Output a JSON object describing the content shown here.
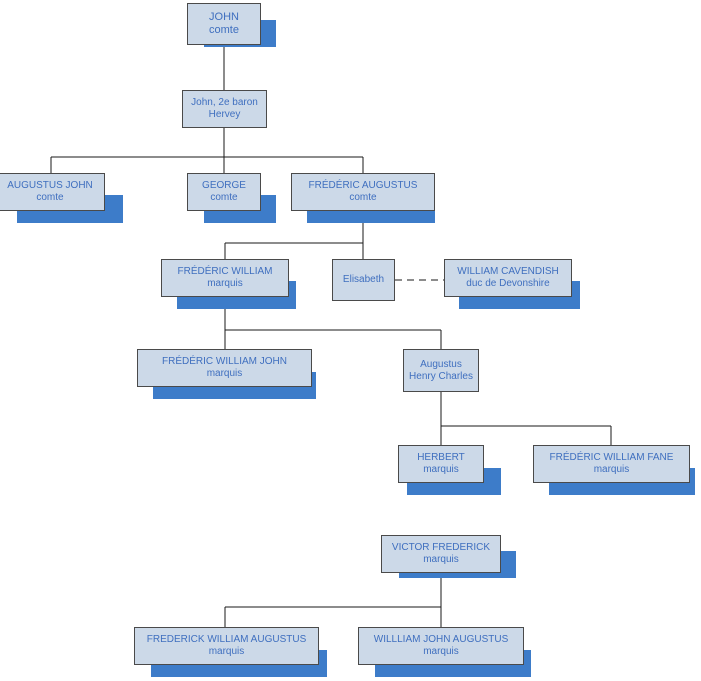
{
  "diagram": {
    "title": "Hervey family genealogy chart",
    "colors": {
      "node_fill": "#ccd9e8",
      "node_border": "#4a4a4a",
      "node_text": "#3f6fbf",
      "shadow": "#3d7cc9",
      "line": "#1a1a1a",
      "background": "#ffffff"
    },
    "nodes": [
      {
        "id": "john",
        "name": "JOHN",
        "title": "comte"
      },
      {
        "id": "john2e",
        "name": "John, 2e baron",
        "title": "Hervey"
      },
      {
        "id": "augustusjohn",
        "name": "AUGUSTUS JOHN",
        "title": "comte"
      },
      {
        "id": "george",
        "name": "GEORGE",
        "title": "comte"
      },
      {
        "id": "fredaug",
        "name": "FRÉDÉRIC AUGUSTUS",
        "title": "comte"
      },
      {
        "id": "fredwill",
        "name": "FRÉDÉRIC WILLIAM",
        "title": "marquis"
      },
      {
        "id": "elisabeth",
        "name": "Elisabeth",
        "title": ""
      },
      {
        "id": "cavendish",
        "name": "WILLIAM CAVENDISH",
        "title": "duc de Devonshire"
      },
      {
        "id": "fwjohn",
        "name": "FRÉDÉRIC WILLIAM JOHN",
        "title": "marquis"
      },
      {
        "id": "augustushc",
        "name": "Augustus",
        "title": "Henry Charles"
      },
      {
        "id": "herbert",
        "name": "HERBERT",
        "title": "marquis"
      },
      {
        "id": "fwfane",
        "name": "FRÉDÉRIC WILLIAM FANE",
        "title": "marquis"
      },
      {
        "id": "victor",
        "name": "VICTOR FREDERICK",
        "title": "marquis"
      },
      {
        "id": "fwaugustus",
        "name": "FREDERICK WILLIAM AUGUSTUS",
        "title": "marquis"
      },
      {
        "id": "wjaugustus",
        "name": "WILLLIAM JOHN AUGUSTUS",
        "title": "marquis"
      }
    ],
    "relationships": [
      {
        "type": "descent",
        "from": "john",
        "to": "john2e"
      },
      {
        "type": "descent",
        "from": "john2e",
        "to": "augustusjohn"
      },
      {
        "type": "descent",
        "from": "john2e",
        "to": "george"
      },
      {
        "type": "descent",
        "from": "john2e",
        "to": "fredaug"
      },
      {
        "type": "descent",
        "from": "fredaug",
        "to": "fredwill"
      },
      {
        "type": "descent",
        "from": "fredaug",
        "to": "elisabeth"
      },
      {
        "type": "marriage",
        "from": "elisabeth",
        "to": "cavendish"
      },
      {
        "type": "descent",
        "from": "fredwill",
        "to": "fwjohn"
      },
      {
        "type": "descent",
        "from": "fredwill",
        "to": "augustushc"
      },
      {
        "type": "descent",
        "from": "augustushc",
        "to": "herbert"
      },
      {
        "type": "descent",
        "from": "augustushc",
        "to": "fwfane"
      },
      {
        "type": "descent",
        "from": "victor",
        "to": "fwaugustus"
      },
      {
        "type": "descent",
        "from": "victor",
        "to": "wjaugustus"
      }
    ]
  }
}
